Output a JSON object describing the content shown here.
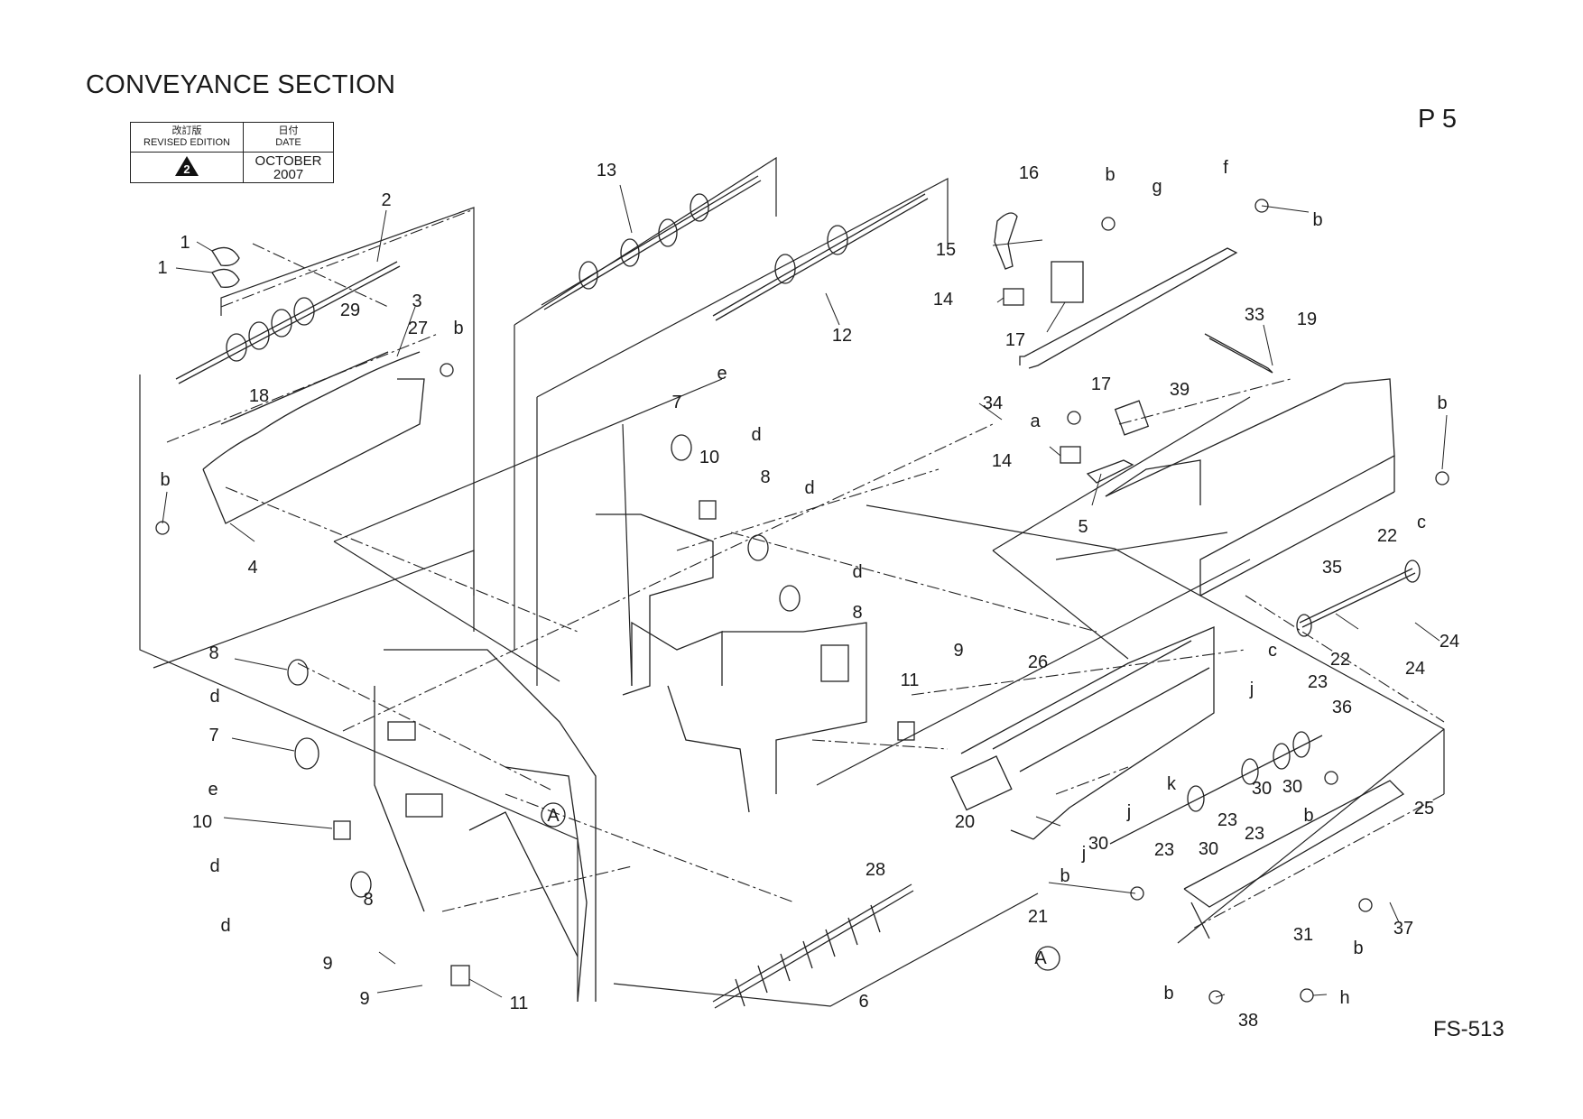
{
  "header": {
    "title": "CONVEYANCE SECTION",
    "page": "P 5",
    "model": "FS-513"
  },
  "revision_box": {
    "revised_edition_jp": "改訂版",
    "revised_edition": "REVISED EDITION",
    "date_jp": "日付",
    "date": "DATE",
    "edition_mark": "2",
    "date_value_line1": "OCTOBER",
    "date_value_line2": "2007"
  },
  "callouts": [
    {
      "text": "1"
    },
    {
      "text": "1"
    },
    {
      "text": "2"
    },
    {
      "text": "3"
    },
    {
      "text": "29"
    },
    {
      "text": "27"
    },
    {
      "text": "b"
    },
    {
      "text": "18"
    },
    {
      "text": "b"
    },
    {
      "text": "4"
    },
    {
      "text": "13"
    },
    {
      "text": "12"
    },
    {
      "text": "7"
    },
    {
      "text": "e"
    },
    {
      "text": "10"
    },
    {
      "text": "d"
    },
    {
      "text": "8"
    },
    {
      "text": "d"
    },
    {
      "text": "d"
    },
    {
      "text": "8"
    },
    {
      "text": "16"
    },
    {
      "text": "b"
    },
    {
      "text": "g"
    },
    {
      "text": "f"
    },
    {
      "text": "b"
    },
    {
      "text": "15"
    },
    {
      "text": "14"
    },
    {
      "text": "17"
    },
    {
      "text": "33"
    },
    {
      "text": "19"
    },
    {
      "text": "34"
    },
    {
      "text": "17"
    },
    {
      "text": "39"
    },
    {
      "text": "a"
    },
    {
      "text": "b"
    },
    {
      "text": "14"
    },
    {
      "text": "5"
    },
    {
      "text": "22"
    },
    {
      "text": "c"
    },
    {
      "text": "35"
    },
    {
      "text": "24"
    },
    {
      "text": "22"
    },
    {
      "text": "24"
    },
    {
      "text": "c"
    },
    {
      "text": "26"
    },
    {
      "text": "11"
    },
    {
      "text": "9"
    },
    {
      "text": "j"
    },
    {
      "text": "23"
    },
    {
      "text": "36"
    },
    {
      "text": "30"
    },
    {
      "text": "30"
    },
    {
      "text": "25"
    },
    {
      "text": "b"
    },
    {
      "text": "20"
    },
    {
      "text": "30"
    },
    {
      "text": "k"
    },
    {
      "text": "23"
    },
    {
      "text": "23"
    },
    {
      "text": "j"
    },
    {
      "text": "23"
    },
    {
      "text": "30"
    },
    {
      "text": "j"
    },
    {
      "text": "28"
    },
    {
      "text": "b"
    },
    {
      "text": "21"
    },
    {
      "text": "31"
    },
    {
      "text": "37"
    },
    {
      "text": "b"
    },
    {
      "text": "A"
    },
    {
      "text": "b"
    },
    {
      "text": "h"
    },
    {
      "text": "38"
    },
    {
      "text": "6"
    },
    {
      "text": "8"
    },
    {
      "text": "d"
    },
    {
      "text": "7"
    },
    {
      "text": "e"
    },
    {
      "text": "10"
    },
    {
      "text": "d"
    },
    {
      "text": "d"
    },
    {
      "text": "8"
    },
    {
      "text": "9"
    },
    {
      "text": "9"
    },
    {
      "text": "11"
    },
    {
      "text": "A"
    }
  ]
}
